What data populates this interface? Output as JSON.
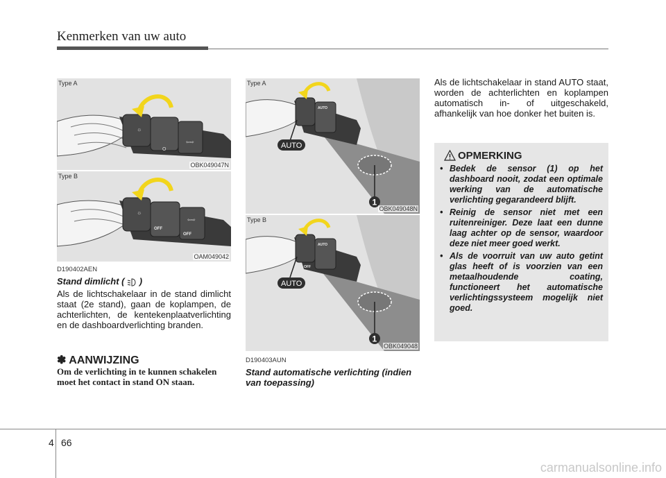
{
  "header": {
    "title": "Kenmerken van uw auto"
  },
  "figures": [
    {
      "label": "Type A",
      "code": "OBK049047N"
    },
    {
      "label": "Type B",
      "code": "OAM049042"
    },
    {
      "label": "Type A",
      "code": "OBK049048N",
      "tag": "AUTO",
      "marker": "1"
    },
    {
      "label": "Type B",
      "code": "OBK049048",
      "tag": "AUTO",
      "marker": "1"
    }
  ],
  "switch_marks": {
    "off": "OFF",
    "zero": "O",
    "auto": "AUTO"
  },
  "left_column": {
    "code": "D190402AEN",
    "subhead_before": "Stand dimlicht (",
    "subhead_after": ")",
    "body": "Als de lichtschakelaar in de stand dimlicht staat (2e stand), gaan de koplampen, de achterlichten, de kentekenplaatverlichting en de dashboardverlichting branden.",
    "note_symbol": "✽",
    "note_head": "AANWIJZING",
    "note_text": "Om de verlichting in te kunnen schakelen moet het contact in stand ON staan."
  },
  "middle_column": {
    "code": "D190403AUN",
    "subhead": "Stand automatische verlichting (indien van toepassing)"
  },
  "right_column": {
    "body": "Als de lichtschakelaar in stand AUTO staat, worden de achterlichten en koplampen automatisch in- of uitgeschakeld, afhankelijk van hoe donker het buiten is."
  },
  "notice": {
    "title": "OPMERKING",
    "bullet": "•",
    "items": [
      "Bedek de sensor (1) op het dashboard nooit, zodat een optimale werking van de automatische verlichting gegarandeerd blijft.",
      "Reinig de sensor niet met een ruitenreiniger. Deze laat een dunne laag achter op de sensor, waardoor deze niet meer goed werkt.",
      "Als de voorruit van uw auto getint glas heeft of is voorzien van een metaalhoudende coating, functioneert het automatische verlichtingssysteem mogelijk niet goed."
    ]
  },
  "footer": {
    "chapter": "4",
    "page": "66",
    "watermark": "carmanualsonline.info"
  },
  "colors": {
    "arrow": "#f2d51c",
    "auto_badge": "#2f2f2f",
    "figure_bg": "#e2e2e2"
  }
}
